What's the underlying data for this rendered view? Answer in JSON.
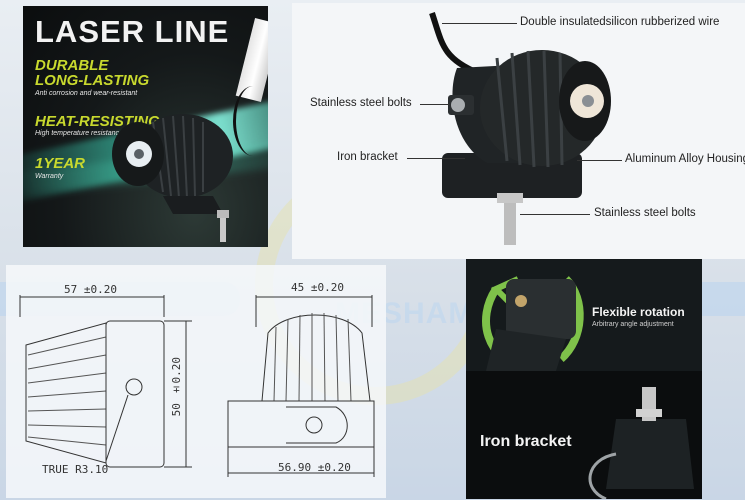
{
  "watermark": {
    "brand_text": "MESHAM"
  },
  "panel_laser": {
    "title": "LASER LINE",
    "feature1_line1": "DURABLE",
    "feature1_line2": "LONG-LASTING",
    "feature1_sub": "Anti corrosion and wear-resistant",
    "feature2": "HEAT-RESISTING",
    "feature2_sub": "High temperature resistance",
    "feature3": "1YEAR",
    "feature3_sub": "Warranty"
  },
  "panel_parts": {
    "wire": "Double insulatedsilicon rubberized wire",
    "bolts_side": "Stainless steel bolts",
    "bracket": "Iron bracket",
    "housing": "Aluminum Alloy Housing",
    "bolts_bottom": "Stainless steel bolts"
  },
  "panel_drawing": {
    "dim_length": "57 ±0.20",
    "dim_height": "50 ±0.20",
    "dim_width": "45 ±0.20",
    "dim_base": "56.90 ±0.20",
    "dim_radius": "TRUE R3.10"
  },
  "panel_features": {
    "rotation_title": "Flexible rotation",
    "rotation_sub": "Arbitrary angle adjustment",
    "bracket_title": "Iron bracket"
  },
  "colors": {
    "accent_green": "#c8d92e",
    "beam": "#5fe0c8",
    "rotation_arrow": "#7fc24a"
  }
}
